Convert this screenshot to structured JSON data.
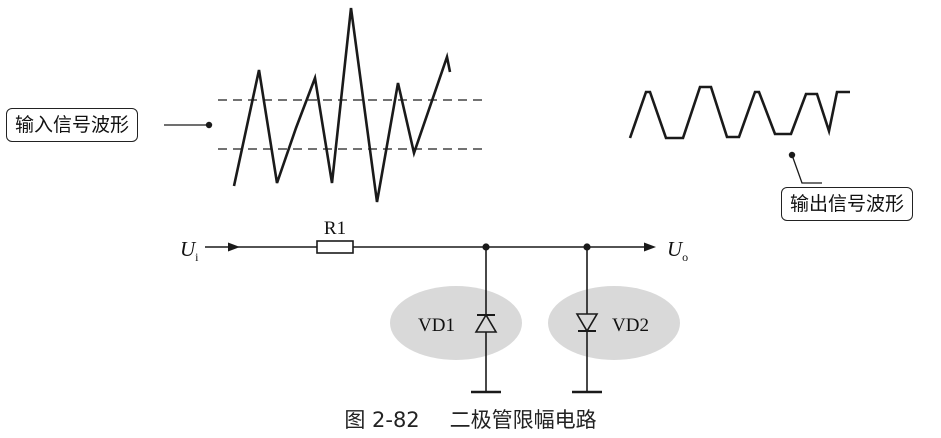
{
  "labels": {
    "input_waveform": "输入信号波形",
    "output_waveform": "输出信号波形"
  },
  "circuit": {
    "input_symbol": "U",
    "input_subscript": "i",
    "output_symbol": "U",
    "output_subscript": "o",
    "resistor": "R1",
    "diode1": "VD1",
    "diode2": "VD2"
  },
  "caption": {
    "figure_number": "图 2-82",
    "title": "二极管限幅电路"
  },
  "colors": {
    "line": "#1a1a1a",
    "dashed": "#444444",
    "highlight": "#d9d9d9"
  }
}
